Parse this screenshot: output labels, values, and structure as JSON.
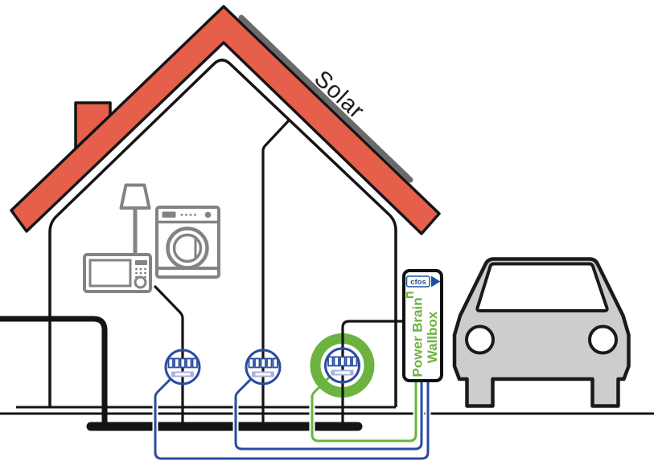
{
  "scene": {
    "labels": {
      "solar": "Solar"
    },
    "wallbox": {
      "brand": "cfos",
      "product_line1": "Power Brain",
      "product_line2": "Wallbox"
    },
    "meters": [
      {
        "id": "meter-1",
        "feeds": "household-appliances",
        "wire_color_name": "blue",
        "highlighted": false
      },
      {
        "id": "meter-2",
        "feeds": "solar-roof",
        "wire_color_name": "blue",
        "highlighted": false
      },
      {
        "id": "meter-3",
        "feeds": "wallbox",
        "wire_color_name": "green",
        "highlighted": true
      }
    ],
    "icons": [
      "house-icon",
      "chimney-icon",
      "roof-icon",
      "solar-panel-icon",
      "lamp-icon",
      "microwave-icon",
      "washing-machine-icon",
      "electric-meter-icon",
      "highlight-ring-icon",
      "wallbox-icon",
      "cfos-logo-icon",
      "car-icon",
      "mains-cable-icon",
      "busbar-icon"
    ],
    "colors": {
      "roof_red": "#e65f4b",
      "solar_panel_gray": "#6a6a6a",
      "appliance_gray": "#838383",
      "meter_blue": "#2b4ba0",
      "meter_display_lavender": "#a9b1de",
      "cfos_green": "#6cb33f",
      "cfos_blue": "#1e4f9e",
      "car_gray": "#cdcdcd",
      "outline_black": "#141414"
    }
  }
}
